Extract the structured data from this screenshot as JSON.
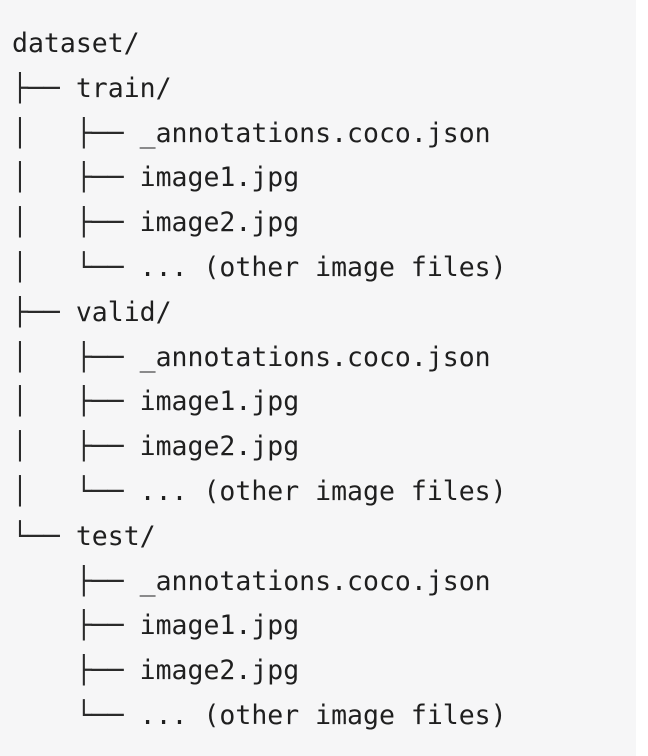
{
  "tree": {
    "lines": [
      {
        "guide": "",
        "name": "dataset/"
      },
      {
        "guide": "├── ",
        "name": "train/"
      },
      {
        "guide": "│   ├── ",
        "name": "_annotations.coco.json"
      },
      {
        "guide": "│   ├── ",
        "name": "image1.jpg"
      },
      {
        "guide": "│   ├── ",
        "name": "image2.jpg"
      },
      {
        "guide": "│   └── ",
        "name": "... (other image files)"
      },
      {
        "guide": "├── ",
        "name": "valid/"
      },
      {
        "guide": "│   ├── ",
        "name": "_annotations.coco.json"
      },
      {
        "guide": "│   ├── ",
        "name": "image1.jpg"
      },
      {
        "guide": "│   ├── ",
        "name": "image2.jpg"
      },
      {
        "guide": "│   └── ",
        "name": "... (other image files)"
      },
      {
        "guide": "└── ",
        "name": "test/"
      },
      {
        "guide": "    ├── ",
        "name": "_annotations.coco.json"
      },
      {
        "guide": "    ├── ",
        "name": "image1.jpg"
      },
      {
        "guide": "    ├── ",
        "name": "image2.jpg"
      },
      {
        "guide": "    └── ",
        "name": "... (other image files)"
      }
    ]
  }
}
